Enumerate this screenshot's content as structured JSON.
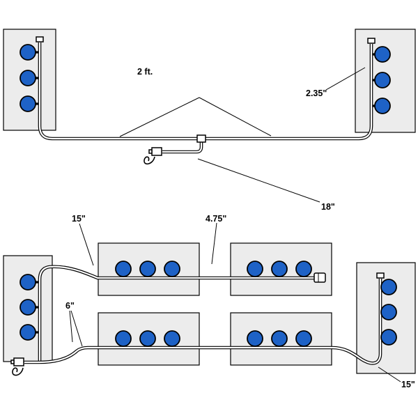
{
  "colors": {
    "background": "#ffffff",
    "panel_fill": "#ececec",
    "panel_stroke": "#000000",
    "port_fill": "#1e62c6",
    "port_stroke": "#000000",
    "tube_outline": "#000000",
    "tube_fill": "#ffffff",
    "label_color": "#000000"
  },
  "top_assembly": {
    "manifold_count": 2,
    "ports_per_manifold": 3,
    "tube_length_label": "2 ft.",
    "port_spacing_label": "2.35\"",
    "drop_label": "18\""
  },
  "bottom_assembly": {
    "manifold_count": 6,
    "ports_per_manifold": 3,
    "left_riser_label": "15\"",
    "gap_label": "4.75\"",
    "branch_label": "6\"",
    "right_riser_label": "15\""
  }
}
